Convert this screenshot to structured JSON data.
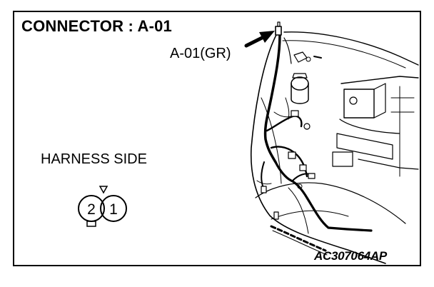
{
  "title": "CONNECTOR : A-01",
  "callout": {
    "label": "A-01(GR)"
  },
  "harness_side": {
    "label": "HARNESS SIDE",
    "pins": [
      "2",
      "1"
    ]
  },
  "figure_code": "AC307064AP",
  "icons": {
    "callout_arrow": "arrow-icon",
    "connector_face": "connector-icon",
    "engine_bay": "engine-compartment-illustration"
  },
  "colors": {
    "line": "#000000",
    "background": "#ffffff"
  }
}
